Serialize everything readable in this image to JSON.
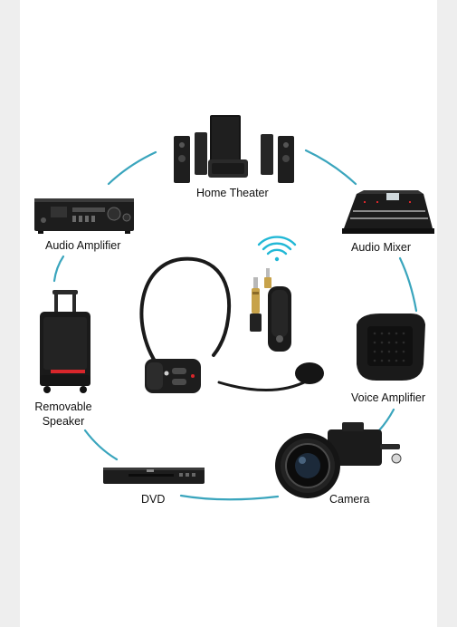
{
  "colors": {
    "connector": "#3aa5bd",
    "background": "#ffffff",
    "device": "#1c1c1c",
    "accent_red": "#d8262b",
    "wifi": "#22b8d6"
  },
  "devices": {
    "home_theater": {
      "label": "Home Theater",
      "icon": "home-theater-icon"
    },
    "audio_mixer": {
      "label": "Audio Mixer",
      "icon": "audio-mixer-icon"
    },
    "voice_amplifier": {
      "label": "Voice Amplifier",
      "icon": "voice-amplifier-icon"
    },
    "camera": {
      "label": "Camera",
      "icon": "camera-icon"
    },
    "dvd": {
      "label": "DVD",
      "icon": "dvd-player-icon"
    },
    "removable_speaker": {
      "label_line1": "Removable",
      "label_line2": "Speaker",
      "icon": "trolley-speaker-icon"
    },
    "audio_amplifier": {
      "label": "Audio Amplifier",
      "icon": "audio-amplifier-icon"
    }
  },
  "center": {
    "headset_icon": "headset-microphone-icon",
    "receiver_icon": "wireless-receiver-icon",
    "signal_icon": "wifi-signal-icon"
  }
}
